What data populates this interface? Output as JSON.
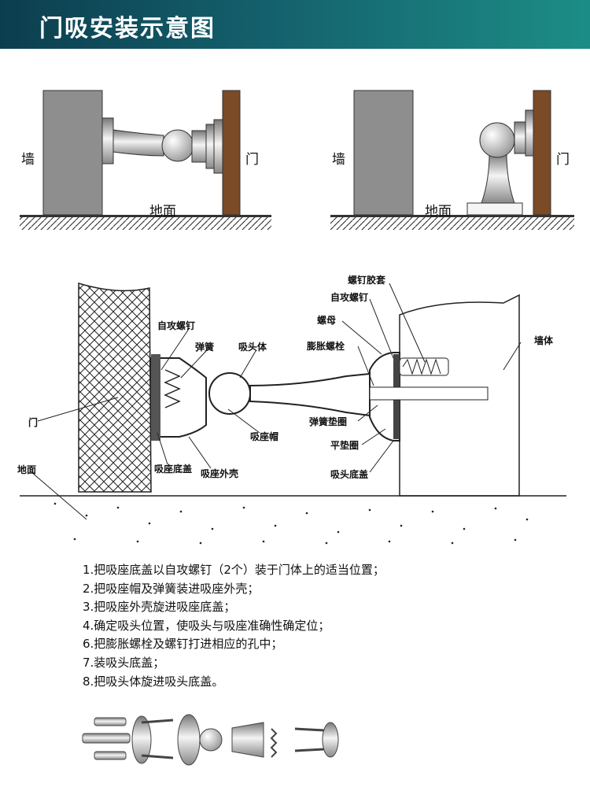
{
  "header": {
    "title": "门吸安装示意图"
  },
  "scene_left": {
    "wall_label": "墙",
    "door_label": "门",
    "floor_label": "地面"
  },
  "scene_right": {
    "wall_label": "墙",
    "door_label": "门",
    "floor_label": "地面"
  },
  "cross_section": {
    "labels": {
      "self_tapping_screw_left": "自攻螺钉",
      "spring": "弹簧",
      "head_body": "吸头体",
      "door": "门",
      "seat_cap": "吸座帽",
      "floor": "地面",
      "seat_base_cover": "吸座底盖",
      "seat_shell": "吸座外壳",
      "screw_sleeve": "螺钉胶套",
      "self_tapping_screw_right": "自攻螺钉",
      "nut": "螺母",
      "expansion_bolt": "膨胀螺栓",
      "wall_body": "墙体",
      "spring_washer": "弹簧垫圈",
      "flat_washer": "平垫圈",
      "head_base_cover": "吸头底盖"
    }
  },
  "steps": [
    "1.把吸座底盖以自攻螺钉（2个）装于门体上的适当位置；",
    "2.把吸座帽及弹簧装进吸座外壳；",
    "3.把吸座外壳旋进吸座底盖；",
    "4.确定吸头位置，使吸头与吸座准确性确定位；",
    "6.把膨胀螺栓及螺钉打进相应的孔中；",
    "7.装吸头底盖；",
    "8.把吸头体旋进吸头底盖。"
  ],
  "colors": {
    "header_start": "#0c3e4f",
    "header_end": "#1c8d86",
    "wall": "#8e8e8e",
    "door": "#7b4a26"
  }
}
